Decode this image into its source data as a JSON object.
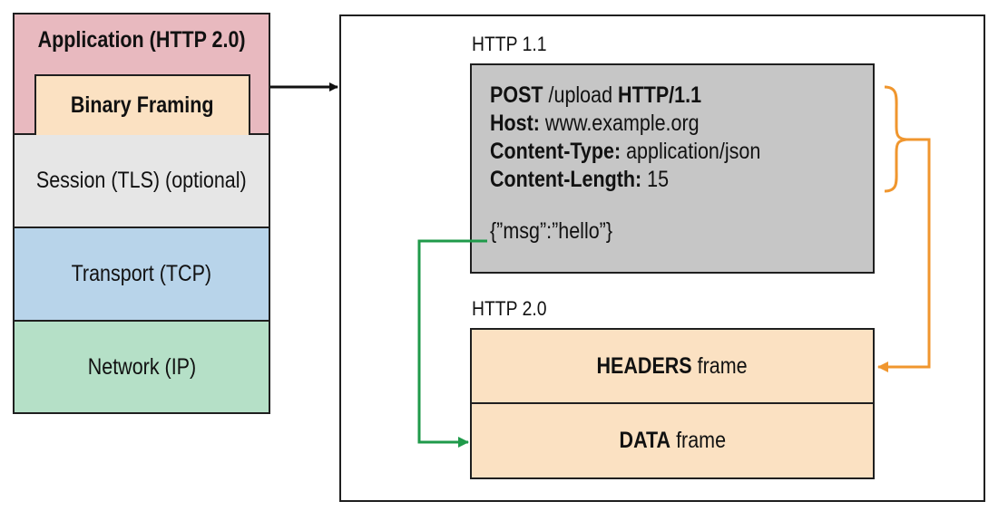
{
  "stack": {
    "application_label": "Application (HTTP 2.0)",
    "binary_framing_label": "Binary Framing",
    "session_label": "Session (TLS) (optional)",
    "transport_label": "Transport (TCP)",
    "network_label": "Network (IP)"
  },
  "http11": {
    "caption": "HTTP 1.1",
    "method": "POST",
    "path": " /upload ",
    "version": "HTTP/1.1",
    "host_key": "Host:",
    "host_value": " www.example.org",
    "ctype_key": "Content-Type:",
    "ctype_value": " application/json",
    "clen_key": "Content-Length:",
    "clen_value": " 15",
    "body": "{”msg”:”hello”}"
  },
  "http2": {
    "caption": "HTTP 2.0",
    "headers_frame_bold": "HEADERS",
    "headers_frame_rest": " frame",
    "data_frame_bold": "DATA",
    "data_frame_rest": " frame"
  },
  "colors": {
    "application": "#e8b9bf",
    "binary_framing": "#fbe1c2",
    "session": "#e6e6e6",
    "transport": "#b8d4ea",
    "network": "#b5e0c7",
    "request_box": "#c6c6c6",
    "frames": "#fbe1c2",
    "headers_connector": "#f0962e",
    "data_connector": "#1f9a4a",
    "border": "#1f1f1f"
  }
}
